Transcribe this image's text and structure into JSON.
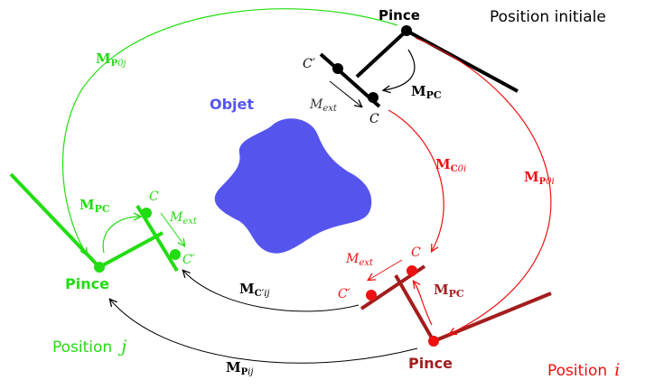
{
  "colors": {
    "black": "#000000",
    "green": "#22dd11",
    "red": "#ee1111",
    "darkred": "#a31d1d",
    "object": "#5555ee"
  },
  "labels": {
    "position_initiale": "Position initiale",
    "position_j": "Position",
    "position_j_var": "j",
    "position_i": "Position",
    "position_i_var": "i",
    "objet": "Objet",
    "pince": "Pince",
    "c": "C",
    "c_prime": "C′",
    "m": "M",
    "m_ext_sub": "ext",
    "pc_sub": "PC",
    "p0j_sub_bold": "P",
    "p0j_sub_rest": "0j",
    "p0i_sub_bold": "P",
    "p0i_sub_rest": "0i",
    "c0i_sub_bold": "C",
    "c0i_sub_rest": "0i",
    "cpij_sub_bold": "C′",
    "cpij_sub_rest": "ij",
    "pij_sub_bold": "P",
    "pij_sub_rest": "ij"
  }
}
